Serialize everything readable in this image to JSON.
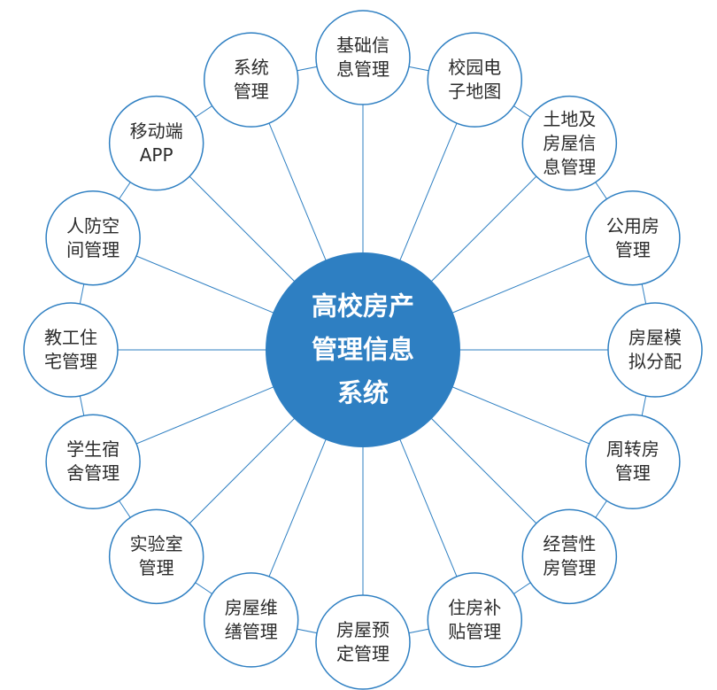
{
  "diagram": {
    "center": {
      "label": "高校房产\n管理信息\n系统"
    },
    "modules": [
      {
        "id": "basic-info",
        "label": "基础信\n息管理"
      },
      {
        "id": "campus-map",
        "label": "校园电\n子地图"
      },
      {
        "id": "land-building-info",
        "label": "土地及\n房屋信\n息管理"
      },
      {
        "id": "public-housing",
        "label": "公用房\n管理"
      },
      {
        "id": "housing-simulation",
        "label": "房屋模\n拟分配"
      },
      {
        "id": "turnover-housing",
        "label": "周转房\n管理"
      },
      {
        "id": "operating-housing",
        "label": "经营性\n房管理"
      },
      {
        "id": "housing-subsidy",
        "label": "住房补\n贴管理"
      },
      {
        "id": "housing-reservation",
        "label": "房屋预\n定管理"
      },
      {
        "id": "housing-maintenance",
        "label": "房屋维\n缮管理"
      },
      {
        "id": "laboratory",
        "label": "实验室\n管理"
      },
      {
        "id": "student-dormitory",
        "label": "学生宿\n舍管理"
      },
      {
        "id": "faculty-residence",
        "label": "教工住\n宅管理"
      },
      {
        "id": "civil-defense",
        "label": "人防空\n间管理"
      },
      {
        "id": "mobile-app",
        "label": "移动端\nAPP"
      },
      {
        "id": "system-management",
        "label": "系统\n管理"
      }
    ],
    "colors": {
      "center_fill": "#2e7fc2",
      "node_stroke": "#2e7fc2",
      "node_fill": "#ffffff",
      "line": "#2e7fc2"
    }
  }
}
